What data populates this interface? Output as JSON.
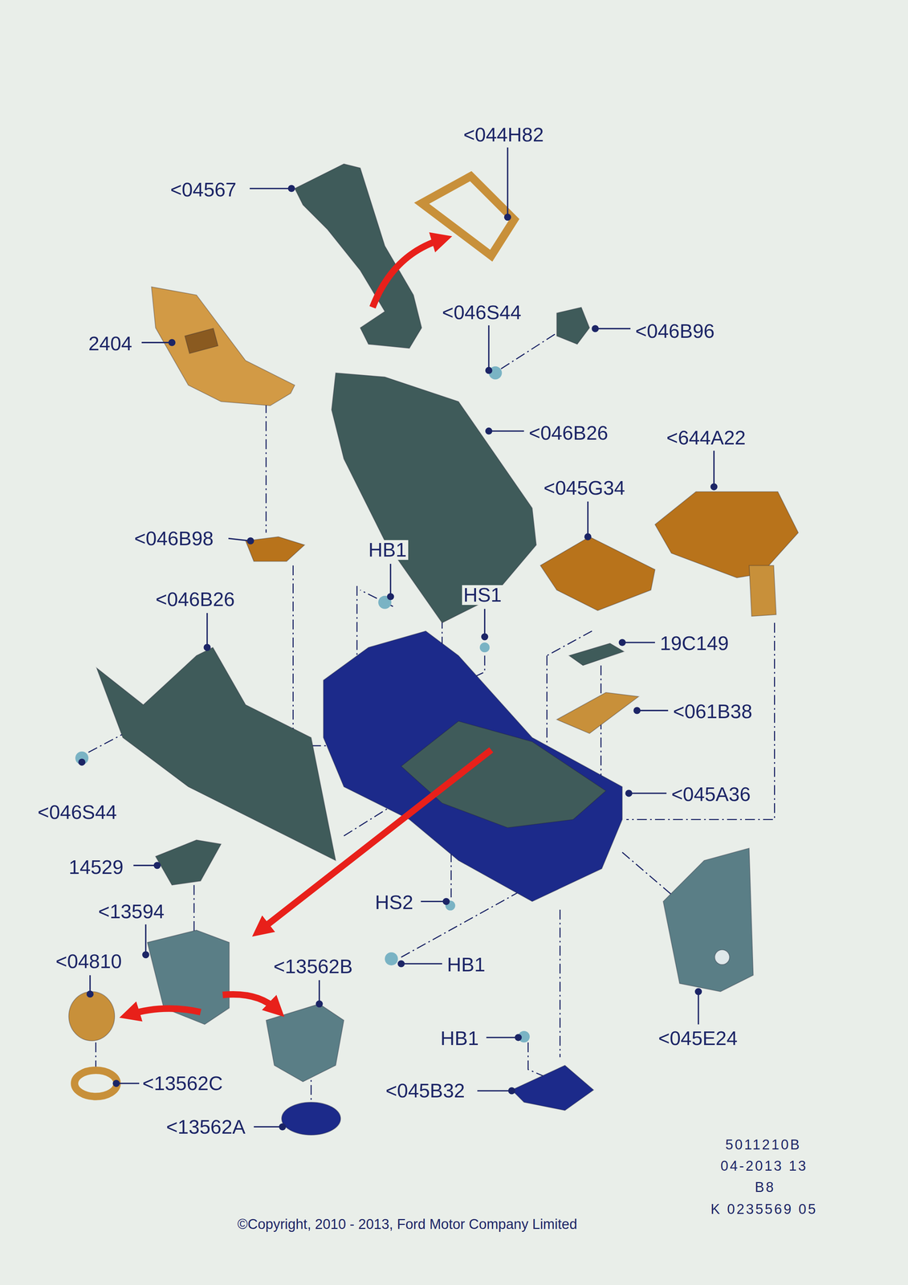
{
  "diagram": {
    "labels": [
      "<044H82",
      "<04567",
      "2404",
      "<046S44",
      "<046B96",
      "<046B26",
      "<644A22",
      "<045G34",
      "<046B98",
      "HB1",
      "<046B26",
      "HS1",
      "19C149",
      "<061B38",
      "<045A36",
      "<046S44",
      "14529",
      "<13594",
      "HS2",
      "<04810",
      "HB1",
      "<13562B",
      "HB1",
      "<045E24",
      "<13562C",
      "<045B32",
      "<13562A",
      "5011210B",
      "04-2013 13",
      "B8",
      "K 0235569 05",
      "©Copyright, 2010 - 2013, Ford Motor Company Limited"
    ]
  }
}
